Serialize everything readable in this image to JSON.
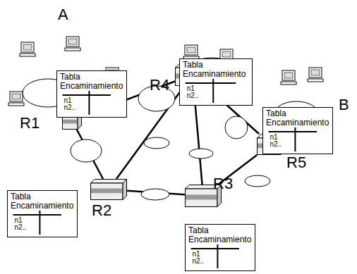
{
  "diagram": {
    "nodes": [
      {
        "text": [
          "R1"
        ]
      },
      {
        "text": [
          "R2"
        ]
      },
      {
        "text": [
          "R3"
        ]
      },
      {
        "text": [
          "R4"
        ]
      },
      {
        "text": [
          "R5"
        ]
      },
      {
        "text": [
          "Tabla Encaminamiento",
          "n1",
          "n2.."
        ]
      },
      {
        "text": [
          "Tabla Encaminamiento",
          "n1",
          "n2.."
        ]
      },
      {
        "text": [
          "Tabla Encaminamiento",
          "n1",
          "n2.."
        ]
      },
      {
        "text": [
          "Tabla Encaminamiento",
          "n1",
          "n2.."
        ]
      },
      {
        "text": [
          "Tabla Encaminamiento",
          "n1",
          "n2.."
        ]
      }
    ],
    "edges": [
      {
        "from": 0,
        "to": 1,
        "arrow": "none"
      },
      {
        "from": 0,
        "to": 3,
        "arrow": "none"
      },
      {
        "from": 1,
        "to": 3,
        "arrow": "none"
      },
      {
        "from": 1,
        "to": 2,
        "arrow": "none"
      },
      {
        "from": 3,
        "to": 2,
        "arrow": "none"
      },
      {
        "from": 3,
        "to": 4,
        "arrow": "none"
      },
      {
        "from": 2,
        "to": 4,
        "arrow": "none"
      }
    ],
    "labels": [
      "A",
      "B"
    ]
  }
}
